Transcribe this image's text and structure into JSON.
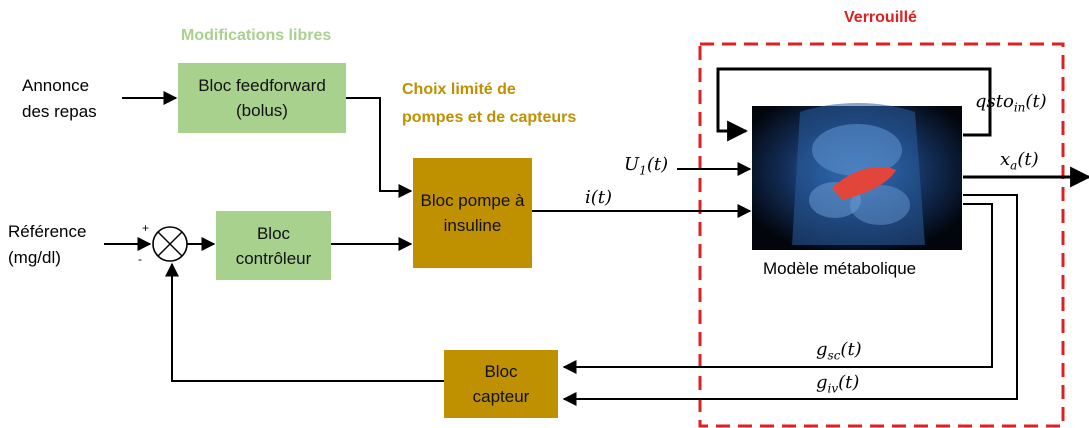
{
  "headings": {
    "free": "Modifications libres",
    "limited_line1": "Choix limité de",
    "limited_line2": "pompes et de capteurs",
    "locked": "Verrouillé"
  },
  "inputs": {
    "meal_line1": "Annonce",
    "meal_line2": "des repas",
    "ref_line1": "Référence",
    "ref_line2": "(mg/dl)",
    "plus": "+",
    "minus": "-"
  },
  "blocks": {
    "feedforward_line1": "Bloc feedforward",
    "feedforward_line2": "(bolus)",
    "controller_line1": "Bloc",
    "controller_line2": "contrôleur",
    "pump_line1": "Bloc pompe à",
    "pump_line2": "insuline",
    "sensor_line1": "Bloc",
    "sensor_line2": "capteur",
    "model_caption": "Modèle métabolique"
  },
  "signals": {
    "insulin": "i(t)",
    "u1_base": "U",
    "u1_sub": "1",
    "u1_arg": "(t)",
    "qsto_base": "qsto",
    "qsto_sub": "in",
    "qsto_arg": "(t)",
    "xa_base": "x",
    "xa_sub": "a",
    "xa_arg": "(t)",
    "gsc_base": "g",
    "gsc_sub": "sc",
    "gsc_arg": "(t)",
    "giv_base": "g",
    "giv_sub": "iv",
    "giv_arg": "(t)"
  },
  "colors": {
    "green_block": "#a9d18e",
    "gold_block": "#bf9000",
    "green_text": "#a9d18e",
    "gold_text": "#bf9000",
    "locked_red": "#e02020"
  }
}
